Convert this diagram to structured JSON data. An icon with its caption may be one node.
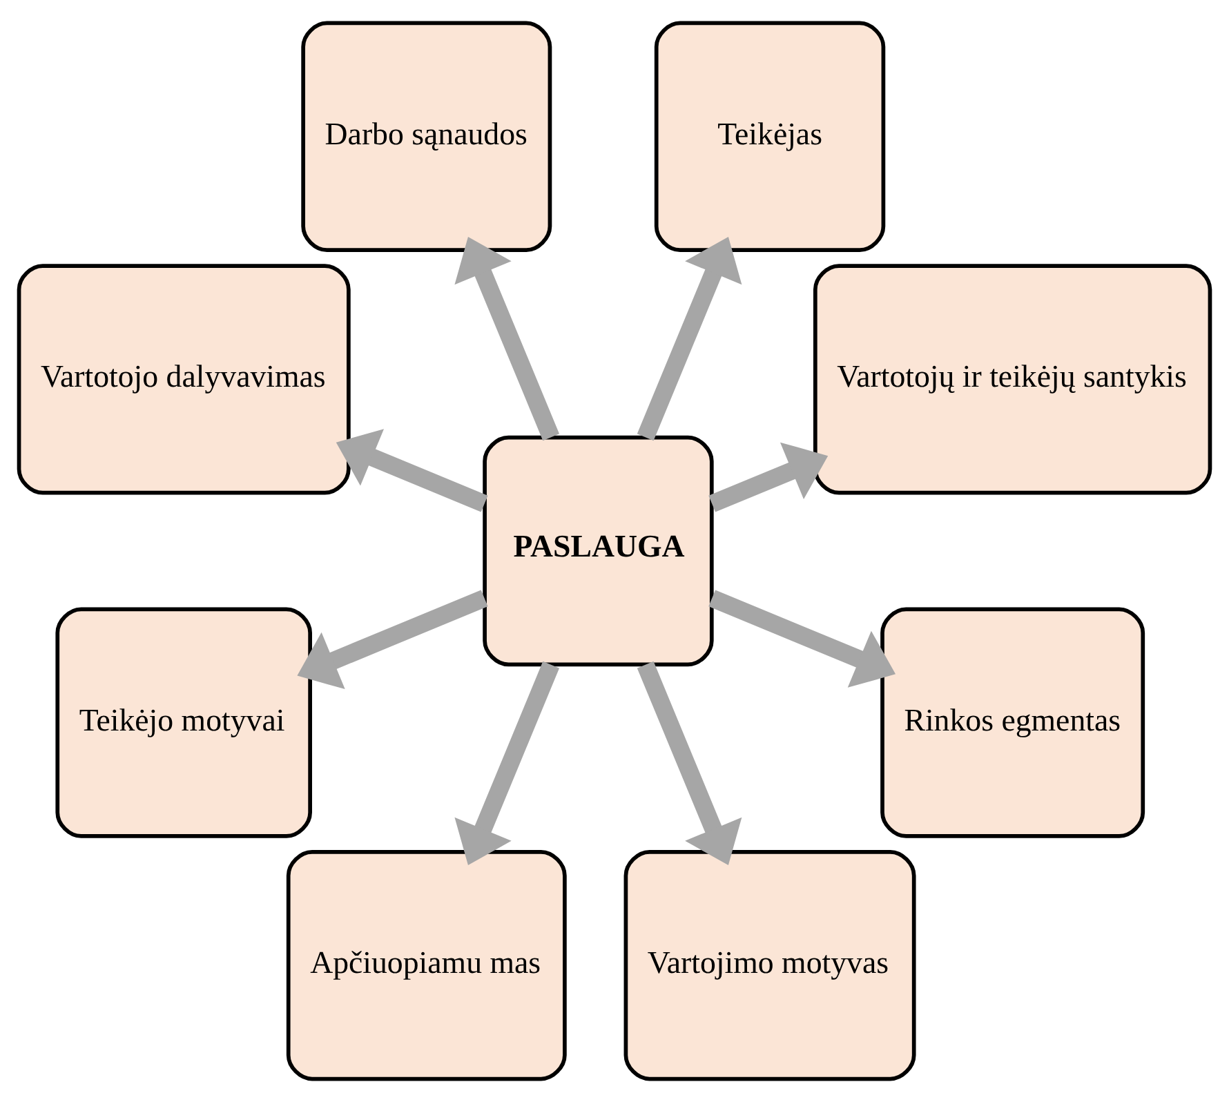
{
  "diagram": {
    "nodes": [
      {
        "text": [
          "PASLAUGA"
        ]
      },
      {
        "text": [
          "Vartotojų ir teikėjų santykis"
        ]
      },
      {
        "text": [
          "Teikėjas"
        ]
      },
      {
        "text": [
          "Darbo sąnaudos"
        ]
      },
      {
        "text": [
          "Vartotojo dalyvavimas"
        ]
      },
      {
        "text": [
          "Teikėjo motyvai"
        ]
      },
      {
        "text": [
          "Apčiuopiamu mas"
        ]
      },
      {
        "text": [
          "Vartojimo motyvas"
        ]
      },
      {
        "text": [
          "Rinkos egmentas"
        ]
      }
    ],
    "edges": [
      {
        "from": 0,
        "to": 1,
        "arrow": "to"
      },
      {
        "from": 0,
        "to": 3,
        "arrow": "to"
      },
      {
        "from": 0,
        "to": 5,
        "arrow": "to"
      },
      {
        "from": 0,
        "to": 7,
        "arrow": "to"
      },
      {
        "from": 0,
        "to": 8,
        "arrow": "to"
      },
      {
        "from": 0,
        "to": 6,
        "arrow": "to"
      },
      {
        "from": 0,
        "to": 4,
        "arrow": "to"
      },
      {
        "from": 0,
        "to": 2,
        "arrow": "to"
      }
    ]
  }
}
